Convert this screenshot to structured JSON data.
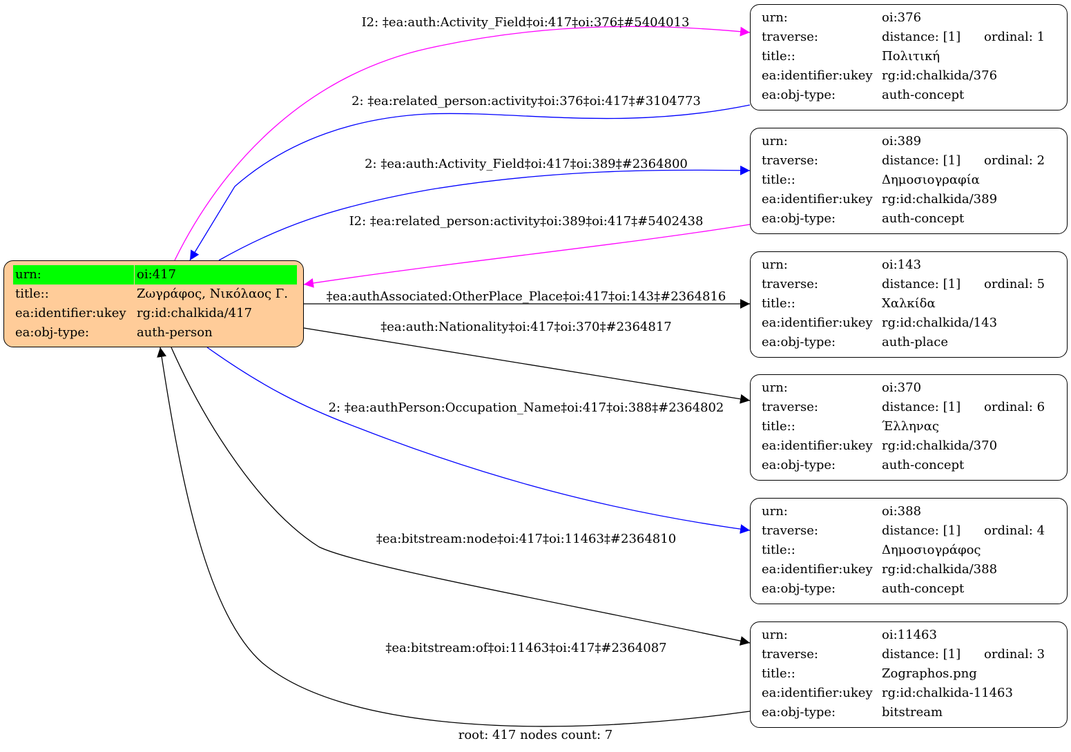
{
  "root": {
    "rows": [
      {
        "key": "urn:",
        "value": "oi:417"
      },
      {
        "key": "title::",
        "value": "Ζωγράφος, Νικόλαος Γ."
      },
      {
        "key": "ea:identifier:ukey",
        "value": "rg:id:chalkida/417"
      },
      {
        "key": "ea:obj-type:",
        "value": "auth-person"
      }
    ],
    "highlight_color": "#00ff00",
    "fill_color": "#ffcc99"
  },
  "nodes": [
    {
      "id": "n376",
      "urn": "oi:376",
      "distance": "distance: [1]",
      "ordinal": "ordinal: 1",
      "title": "Πολιτική",
      "ukey": "rg:id:chalkida/376",
      "type": "auth-concept"
    },
    {
      "id": "n389",
      "urn": "oi:389",
      "distance": "distance: [1]",
      "ordinal": "ordinal: 2",
      "title": "Δημοσιογραφία",
      "ukey": "rg:id:chalkida/389",
      "type": "auth-concept"
    },
    {
      "id": "n143",
      "urn": "oi:143",
      "distance": "distance: [1]",
      "ordinal": "ordinal: 5",
      "title": "Χαλκίδα",
      "ukey": "rg:id:chalkida/143",
      "type": "auth-place"
    },
    {
      "id": "n370",
      "urn": "oi:370",
      "distance": "distance: [1]",
      "ordinal": "ordinal: 6",
      "title": "Έλληνας",
      "ukey": "rg:id:chalkida/370",
      "type": "auth-concept"
    },
    {
      "id": "n388",
      "urn": "oi:388",
      "distance": "distance: [1]",
      "ordinal": "ordinal: 4",
      "title": "Δημοσιογράφος",
      "ukey": "rg:id:chalkida/388",
      "type": "auth-concept"
    },
    {
      "id": "n11463",
      "urn": "oi:11463",
      "distance": "distance: [1]",
      "ordinal": "ordinal: 3",
      "title": "Zographos.png",
      "ukey": "rg:id:chalkida-11463",
      "type": "bitstream"
    }
  ],
  "row_keys": {
    "urn": "urn:",
    "traverse": "traverse:",
    "title": "title::",
    "ukey": "ea:identifier:ukey",
    "type": "ea:obj-type:"
  },
  "edges": [
    {
      "label": "I2: ‡ea:auth:Activity_Field‡oi:417‡oi:376‡#5404013",
      "color": "#ff00ff"
    },
    {
      "label": "2: ‡ea:related_person:activity‡oi:376‡oi:417‡#3104773",
      "color": "#0000ff"
    },
    {
      "label": "2: ‡ea:auth:Activity_Field‡oi:417‡oi:389‡#2364800",
      "color": "#0000ff"
    },
    {
      "label": "I2: ‡ea:related_person:activity‡oi:389‡oi:417‡#5402438",
      "color": "#ff00ff"
    },
    {
      "label": "‡ea:authAssociated:OtherPlace_Place‡oi:417‡oi:143‡#2364816",
      "color": "#000000"
    },
    {
      "label": "‡ea:auth:Nationality‡oi:417‡oi:370‡#2364817",
      "color": "#000000"
    },
    {
      "label": "2: ‡ea:authPerson:Occupation_Name‡oi:417‡oi:388‡#2364802",
      "color": "#0000ff"
    },
    {
      "label": "‡ea:bitstream:node‡oi:417‡oi:11463‡#2364810",
      "color": "#000000"
    },
    {
      "label": "‡ea:bitstream:of‡oi:11463‡oi:417‡#2364087",
      "color": "#000000"
    }
  ],
  "footer": "root: 417 nodes count: 7"
}
